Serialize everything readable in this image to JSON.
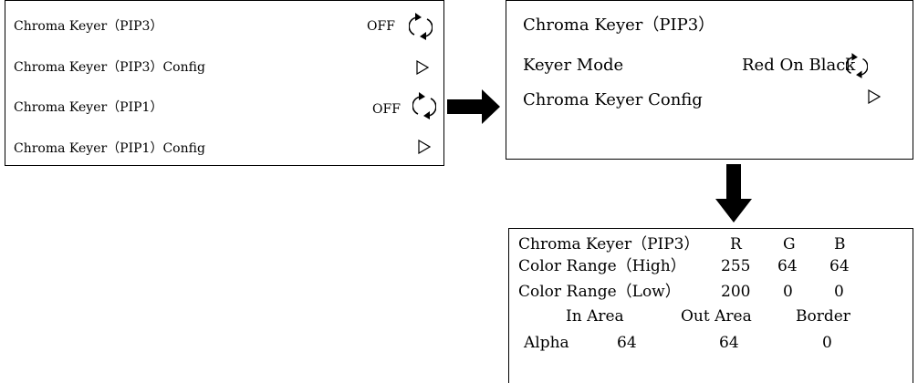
{
  "menu_main": {
    "items": [
      {
        "label": "Chroma Keyer（PIP3）",
        "value": "OFF",
        "icon": "refresh-icon"
      },
      {
        "label": "Chroma Keyer（PIP3）Config",
        "icon": "play-triangle-icon"
      },
      {
        "label": "Chroma Keyer（PIP1）",
        "value": "OFF",
        "icon": "refresh-icon"
      },
      {
        "label": "Chroma Keyer（PIP1）Config",
        "icon": "play-triangle-icon"
      }
    ]
  },
  "menu_pip3": {
    "title": "Chroma Keyer（PIP3）",
    "keyer_mode_label": "Keyer Mode",
    "keyer_mode_value": "Red On Black",
    "config_label": "Chroma Keyer Config"
  },
  "config_table": {
    "title": "Chroma Keyer（PIP3）",
    "col_r": "R",
    "col_g": "G",
    "col_b": "B",
    "high_label": "Color Range（High）",
    "high": {
      "r": "255",
      "g": "64",
      "b": "64"
    },
    "low_label": "Color Range（Low）",
    "low": {
      "r": "200",
      "g": "0",
      "b": "0"
    },
    "col_in_area": "In Area",
    "col_out_area": "Out Area",
    "col_border": "Border",
    "alpha_label": "Alpha",
    "alpha": {
      "in_area": "64",
      "out_area": "64",
      "border": "0"
    }
  },
  "colors": {
    "stroke": "#000000",
    "background": "#ffffff"
  }
}
